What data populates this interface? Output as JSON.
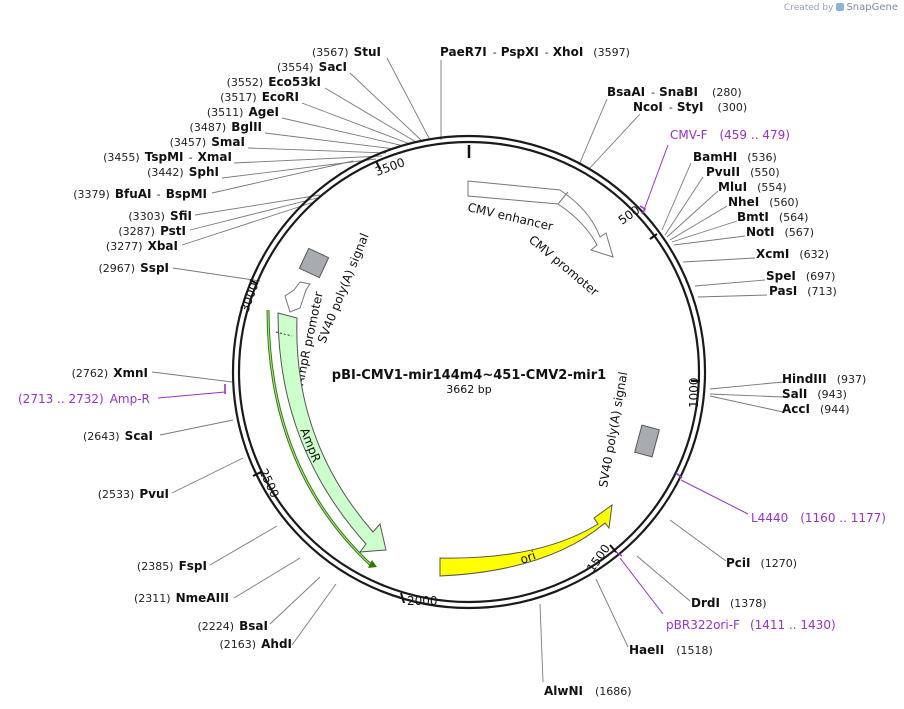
{
  "watermark": {
    "created_by": "Created by",
    "brand": "SnapGene"
  },
  "plasmid": {
    "name": "pBI-CMV1-mir144m4~451-CMV2-mir1",
    "size_label": "3662 bp"
  },
  "ticks": [
    "500",
    "1000",
    "1500",
    "2000",
    "2500",
    "3000",
    "3500"
  ],
  "features": {
    "cmv_enhancer": "CMV enhancer",
    "cmv_promoter": "CMV promoter",
    "sv40_top": "SV40 poly(A) signal",
    "sv40_right": "SV40 poly(A) signal",
    "ampr_promoter": "AmpR promoter",
    "ampr": "AmpR",
    "ori": "ori"
  },
  "sites": {
    "stui": {
      "pos": "(3567)",
      "name": "StuI"
    },
    "saci": {
      "pos": "(3554)",
      "name": "SacI"
    },
    "eco53ki": {
      "pos": "(3552)",
      "name": "Eco53kI"
    },
    "ecori": {
      "pos": "(3517)",
      "name": "EcoRI"
    },
    "agei": {
      "pos": "(3511)",
      "name": "AgeI"
    },
    "bglii": {
      "pos": "(3487)",
      "name": "BglII"
    },
    "smai": {
      "pos": "(3457)",
      "name": "SmaI"
    },
    "tspmi": {
      "pos": "(3455)",
      "name": "TspMI",
      "name2": "XmaI"
    },
    "sphi": {
      "pos": "(3442)",
      "name": "SphI"
    },
    "bfuai": {
      "pos": "(3379)",
      "name": "BfuAI",
      "name2": "BspMI"
    },
    "sfii": {
      "pos": "(3303)",
      "name": "SfiI"
    },
    "psti": {
      "pos": "(3287)",
      "name": "PstI"
    },
    "xbai": {
      "pos": "(3277)",
      "name": "XbaI"
    },
    "sspi": {
      "pos": "(2967)",
      "name": "SspI"
    },
    "xmni": {
      "pos": "(2762)",
      "name": "XmnI"
    },
    "scai": {
      "pos": "(2643)",
      "name": "ScaI"
    },
    "pvui": {
      "pos": "(2533)",
      "name": "PvuI"
    },
    "fspi": {
      "pos": "(2385)",
      "name": "FspI"
    },
    "nmeaiii": {
      "pos": "(2311)",
      "name": "NmeAIII"
    },
    "bsai": {
      "pos": "(2224)",
      "name": "BsaI"
    },
    "ahdi": {
      "pos": "(2163)",
      "name": "AhdI"
    },
    "paer7i": {
      "name": "PaeR7I",
      "name2": "PspXI",
      "name3": "XhoI",
      "pos": "(3597)"
    },
    "bsaai": {
      "name": "BsaAI",
      "name2": "SnaBI",
      "pos": "(280)"
    },
    "ncoi": {
      "name": "NcoI",
      "name2": "StyI",
      "pos": "(300)"
    },
    "bamhi": {
      "name": "BamHI",
      "pos": "(536)"
    },
    "pvuii": {
      "name": "PvuII",
      "pos": "(550)"
    },
    "mlui": {
      "name": "MluI",
      "pos": "(554)"
    },
    "nhei": {
      "name": "NheI",
      "pos": "(560)"
    },
    "bmti": {
      "name": "BmtI",
      "pos": "(564)"
    },
    "noti": {
      "name": "NotI",
      "pos": "(567)"
    },
    "xcmi": {
      "name": "XcmI",
      "pos": "(632)"
    },
    "spei": {
      "name": "SpeI",
      "pos": "(697)"
    },
    "pasi": {
      "name": "PasI",
      "pos": "(713)"
    },
    "hindiii": {
      "name": "HindIII",
      "pos": "(937)"
    },
    "sali": {
      "name": "SalI",
      "pos": "(943)"
    },
    "acci": {
      "name": "AccI",
      "pos": "(944)"
    },
    "pcii": {
      "name": "PciI",
      "pos": "(1270)"
    },
    "drdi": {
      "name": "DrdI",
      "pos": "(1378)"
    },
    "haeii": {
      "name": "HaeII",
      "pos": "(1518)"
    },
    "alwni": {
      "name": "AlwNI",
      "pos": "(1686)"
    }
  },
  "primers": {
    "cmvf": {
      "name": "CMV-F",
      "range": "(459 .. 479)"
    },
    "ampr": {
      "name": "Amp-R",
      "range": "(2713 .. 2732)"
    },
    "l4440": {
      "name": "L4440",
      "range": "(1160 .. 1177)"
    },
    "pbr": {
      "name": "pBR322ori-F",
      "range": "(1411 .. 1430)"
    }
  },
  "colors": {
    "backbone": "#1a1a1a",
    "primer": "#9b30c8",
    "ampr_fill": "#ccffcc",
    "ori_fill": "#ffff00",
    "polya_fill": "#a8acb0",
    "ampr_primer_line": "#2e7d00"
  }
}
